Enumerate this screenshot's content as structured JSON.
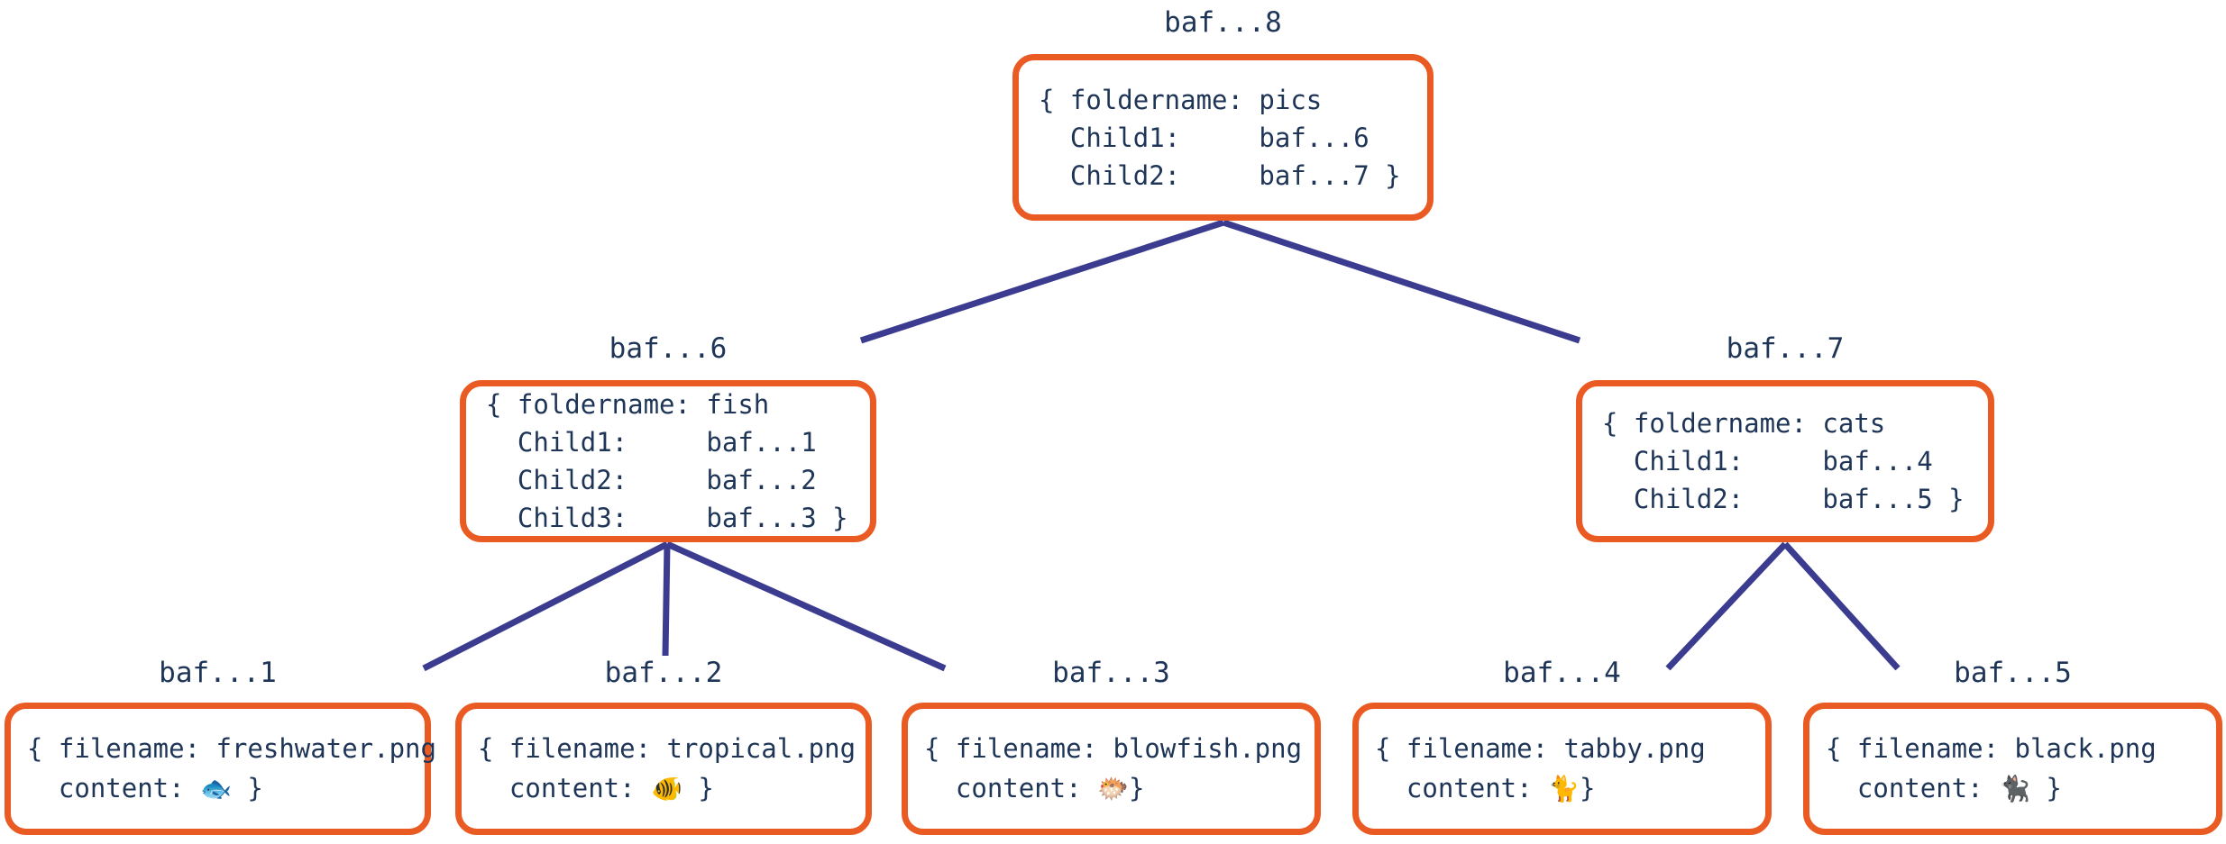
{
  "diagram": {
    "type": "merkle-dag-tree",
    "colors": {
      "box_border": "#ea5b23",
      "text": "#1e3557",
      "edge": "#3b3b8f",
      "background": "#ffffff"
    }
  },
  "nodes": {
    "root": {
      "label": "baf...8",
      "text": "{ foldername: pics\n  Child1:     baf...6\n  Child2:     baf...7 }",
      "foldername": "pics",
      "children": [
        "baf...6",
        "baf...7"
      ]
    },
    "fish": {
      "label": "baf...6",
      "text": "{ foldername: fish\n  Child1:     baf...1\n  Child2:     baf...2\n  Child3:     baf...3 }",
      "foldername": "fish",
      "children": [
        "baf...1",
        "baf...2",
        "baf...3"
      ]
    },
    "cats": {
      "label": "baf...7",
      "text": "{ foldername: cats\n  Child1:     baf...4\n  Child2:     baf...5 }",
      "foldername": "cats",
      "children": [
        "baf...4",
        "baf...5"
      ]
    },
    "leaf1": {
      "label": "baf...1",
      "line1": "{ filename: freshwater.png",
      "line2_prefix": "  content: ",
      "emoji": "🐟",
      "emoji_name": "fish-emoji",
      "line2_suffix": " }",
      "filename": "freshwater.png"
    },
    "leaf2": {
      "label": "baf...2",
      "line1": "{ filename: tropical.png",
      "line2_prefix": "  content: ",
      "emoji": "🐠",
      "emoji_name": "tropical-fish-emoji",
      "line2_suffix": " }",
      "filename": "tropical.png"
    },
    "leaf3": {
      "label": "baf...3",
      "line1": "{ filename: blowfish.png",
      "line2_prefix": "  content: ",
      "emoji": "🐡",
      "emoji_name": "blowfish-emoji",
      "line2_suffix": "}",
      "filename": "blowfish.png"
    },
    "leaf4": {
      "label": "baf...4",
      "line1": "{ filename: tabby.png",
      "line2_prefix": "  content: ",
      "emoji": "🐈",
      "emoji_name": "cat-emoji",
      "line2_suffix": "}",
      "filename": "tabby.png"
    },
    "leaf5": {
      "label": "baf...5",
      "line1": "{ filename: black.png",
      "line2_prefix": "  content: ",
      "emoji": "🐈‍⬛",
      "emoji_name": "black-cat-emoji",
      "line2_suffix": " }",
      "filename": "black.png"
    }
  },
  "edges": [
    {
      "from": "baf...8",
      "to": "baf...6"
    },
    {
      "from": "baf...8",
      "to": "baf...7"
    },
    {
      "from": "baf...6",
      "to": "baf...1"
    },
    {
      "from": "baf...6",
      "to": "baf...2"
    },
    {
      "from": "baf...6",
      "to": "baf...3"
    },
    {
      "from": "baf...7",
      "to": "baf...4"
    },
    {
      "from": "baf...7",
      "to": "baf...5"
    }
  ]
}
